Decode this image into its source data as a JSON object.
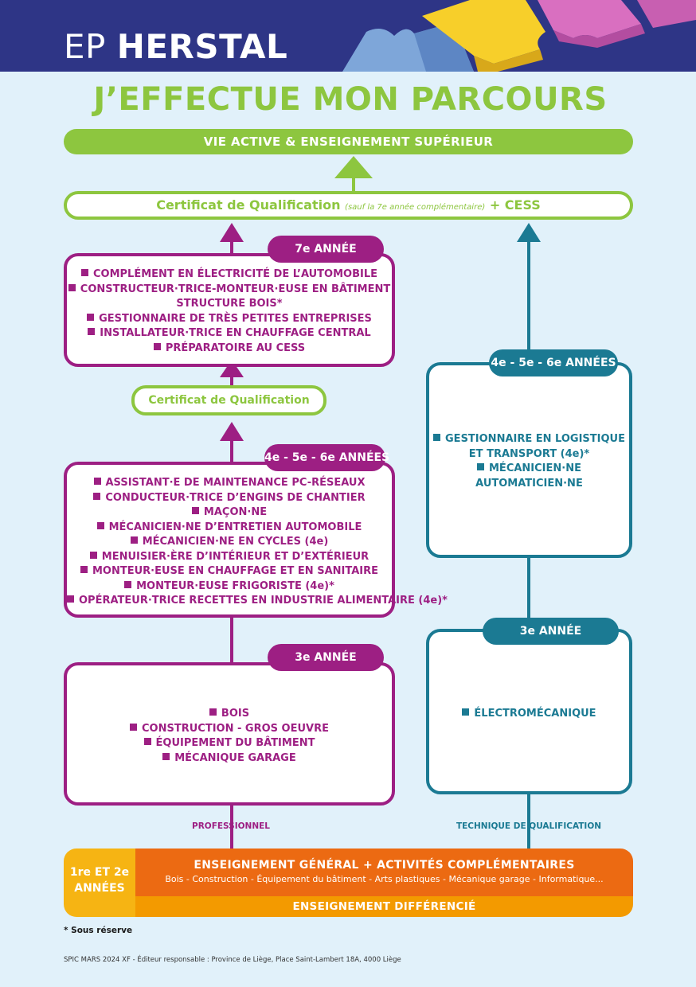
{
  "header": {
    "brand_light": "EP ",
    "brand_bold": "HERSTAL"
  },
  "title": "J’EFFECTUE MON PARCOURS",
  "top_bar": "VIE ACTIVE  &  ENSEIGNEMENT SUPÉRIEUR",
  "cq_cess": {
    "main": "Certificat de Qualification ",
    "note": "(sauf la 7e année complémentaire)",
    "end": " + CESS"
  },
  "cq_mid": "Certificat de Qualification",
  "professionnel": {
    "label": "PROFESSIONNEL",
    "year7": {
      "pill": "7e ANNÉE",
      "items": [
        "COMPLÉMENT EN ÉLECTRICITÉ DE L’AUTOMOBILE",
        "CONSTRUCTEUR·TRICE-MONTEUR·EUSE EN BÂTIMENT",
        "STRUCTURE BOIS*",
        "GESTIONNAIRE DE TRÈS PETITES ENTREPRISES",
        "INSTALLATEUR·TRICE EN CHAUFFAGE CENTRAL",
        "PRÉPARATOIRE AU CESS"
      ]
    },
    "year456": {
      "pill": "4e - 5e - 6e ANNÉES",
      "items": [
        "ASSISTANT·E DE MAINTENANCE PC-RÉSEAUX",
        "CONDUCTEUR·TRICE D’ENGINS DE CHANTIER",
        "MAÇON·NE",
        "MÉCANICIEN·NE D’ENTRETIEN AUTOMOBILE",
        "MÉCANICIEN·NE EN CYCLES (4e)",
        "MENUISIER·ÈRE D’INTÉRIEUR ET D’EXTÉRIEUR",
        "MONTEUR·EUSE EN CHAUFFAGE ET EN SANITAIRE",
        "MONTEUR·EUSE FRIGORISTE (4e)*",
        "OPÉRATEUR·TRICE RECETTES EN INDUSTRIE ALIMENTAIRE (4e)*"
      ]
    },
    "year3": {
      "pill": "3e ANNÉE",
      "items": [
        "BOIS",
        "CONSTRUCTION - GROS OEUVRE",
        "ÉQUIPEMENT DU BÂTIMENT",
        "MÉCANIQUE GARAGE"
      ]
    }
  },
  "technique": {
    "label": "TECHNIQUE DE QUALIFICATION",
    "year456": {
      "pill": "4e - 5e - 6e ANNÉES",
      "items": [
        "GESTIONNAIRE EN LOGISTIQUE",
        "ET TRANSPORT (4e)*",
        "MÉCANICIEN·NE",
        "AUTOMATICIEN·NE"
      ]
    },
    "year3": {
      "pill": "3e ANNÉE",
      "items": [
        "ÉLECTROMÉCANIQUE"
      ]
    }
  },
  "bottom": {
    "years_line1": "1re ET 2e",
    "years_line2": "ANNÉES",
    "general_title": "ENSEIGNEMENT GÉNÉRAL + ACTIVITÉS COMPLÉMENTAIRES",
    "general_sub": "Bois - Construction - Équipement du bâtiment - Arts plastiques - Mécanique garage - Informatique...",
    "diff": "ENSEIGNEMENT DIFFÉRENCIÉ"
  },
  "footnote": "* Sous réserve",
  "credits": "SPIC MARS 2024 XF - Éditeur responsable : Province de Liège, Place Saint-Lambert 18A, 4000 Liège",
  "colors": {
    "green": "#8dc63f",
    "purple": "#9d1f83",
    "teal": "#1b7a93",
    "orange": "#ec6a12",
    "yellow": "#f6b413",
    "navy": "#2e3586"
  }
}
